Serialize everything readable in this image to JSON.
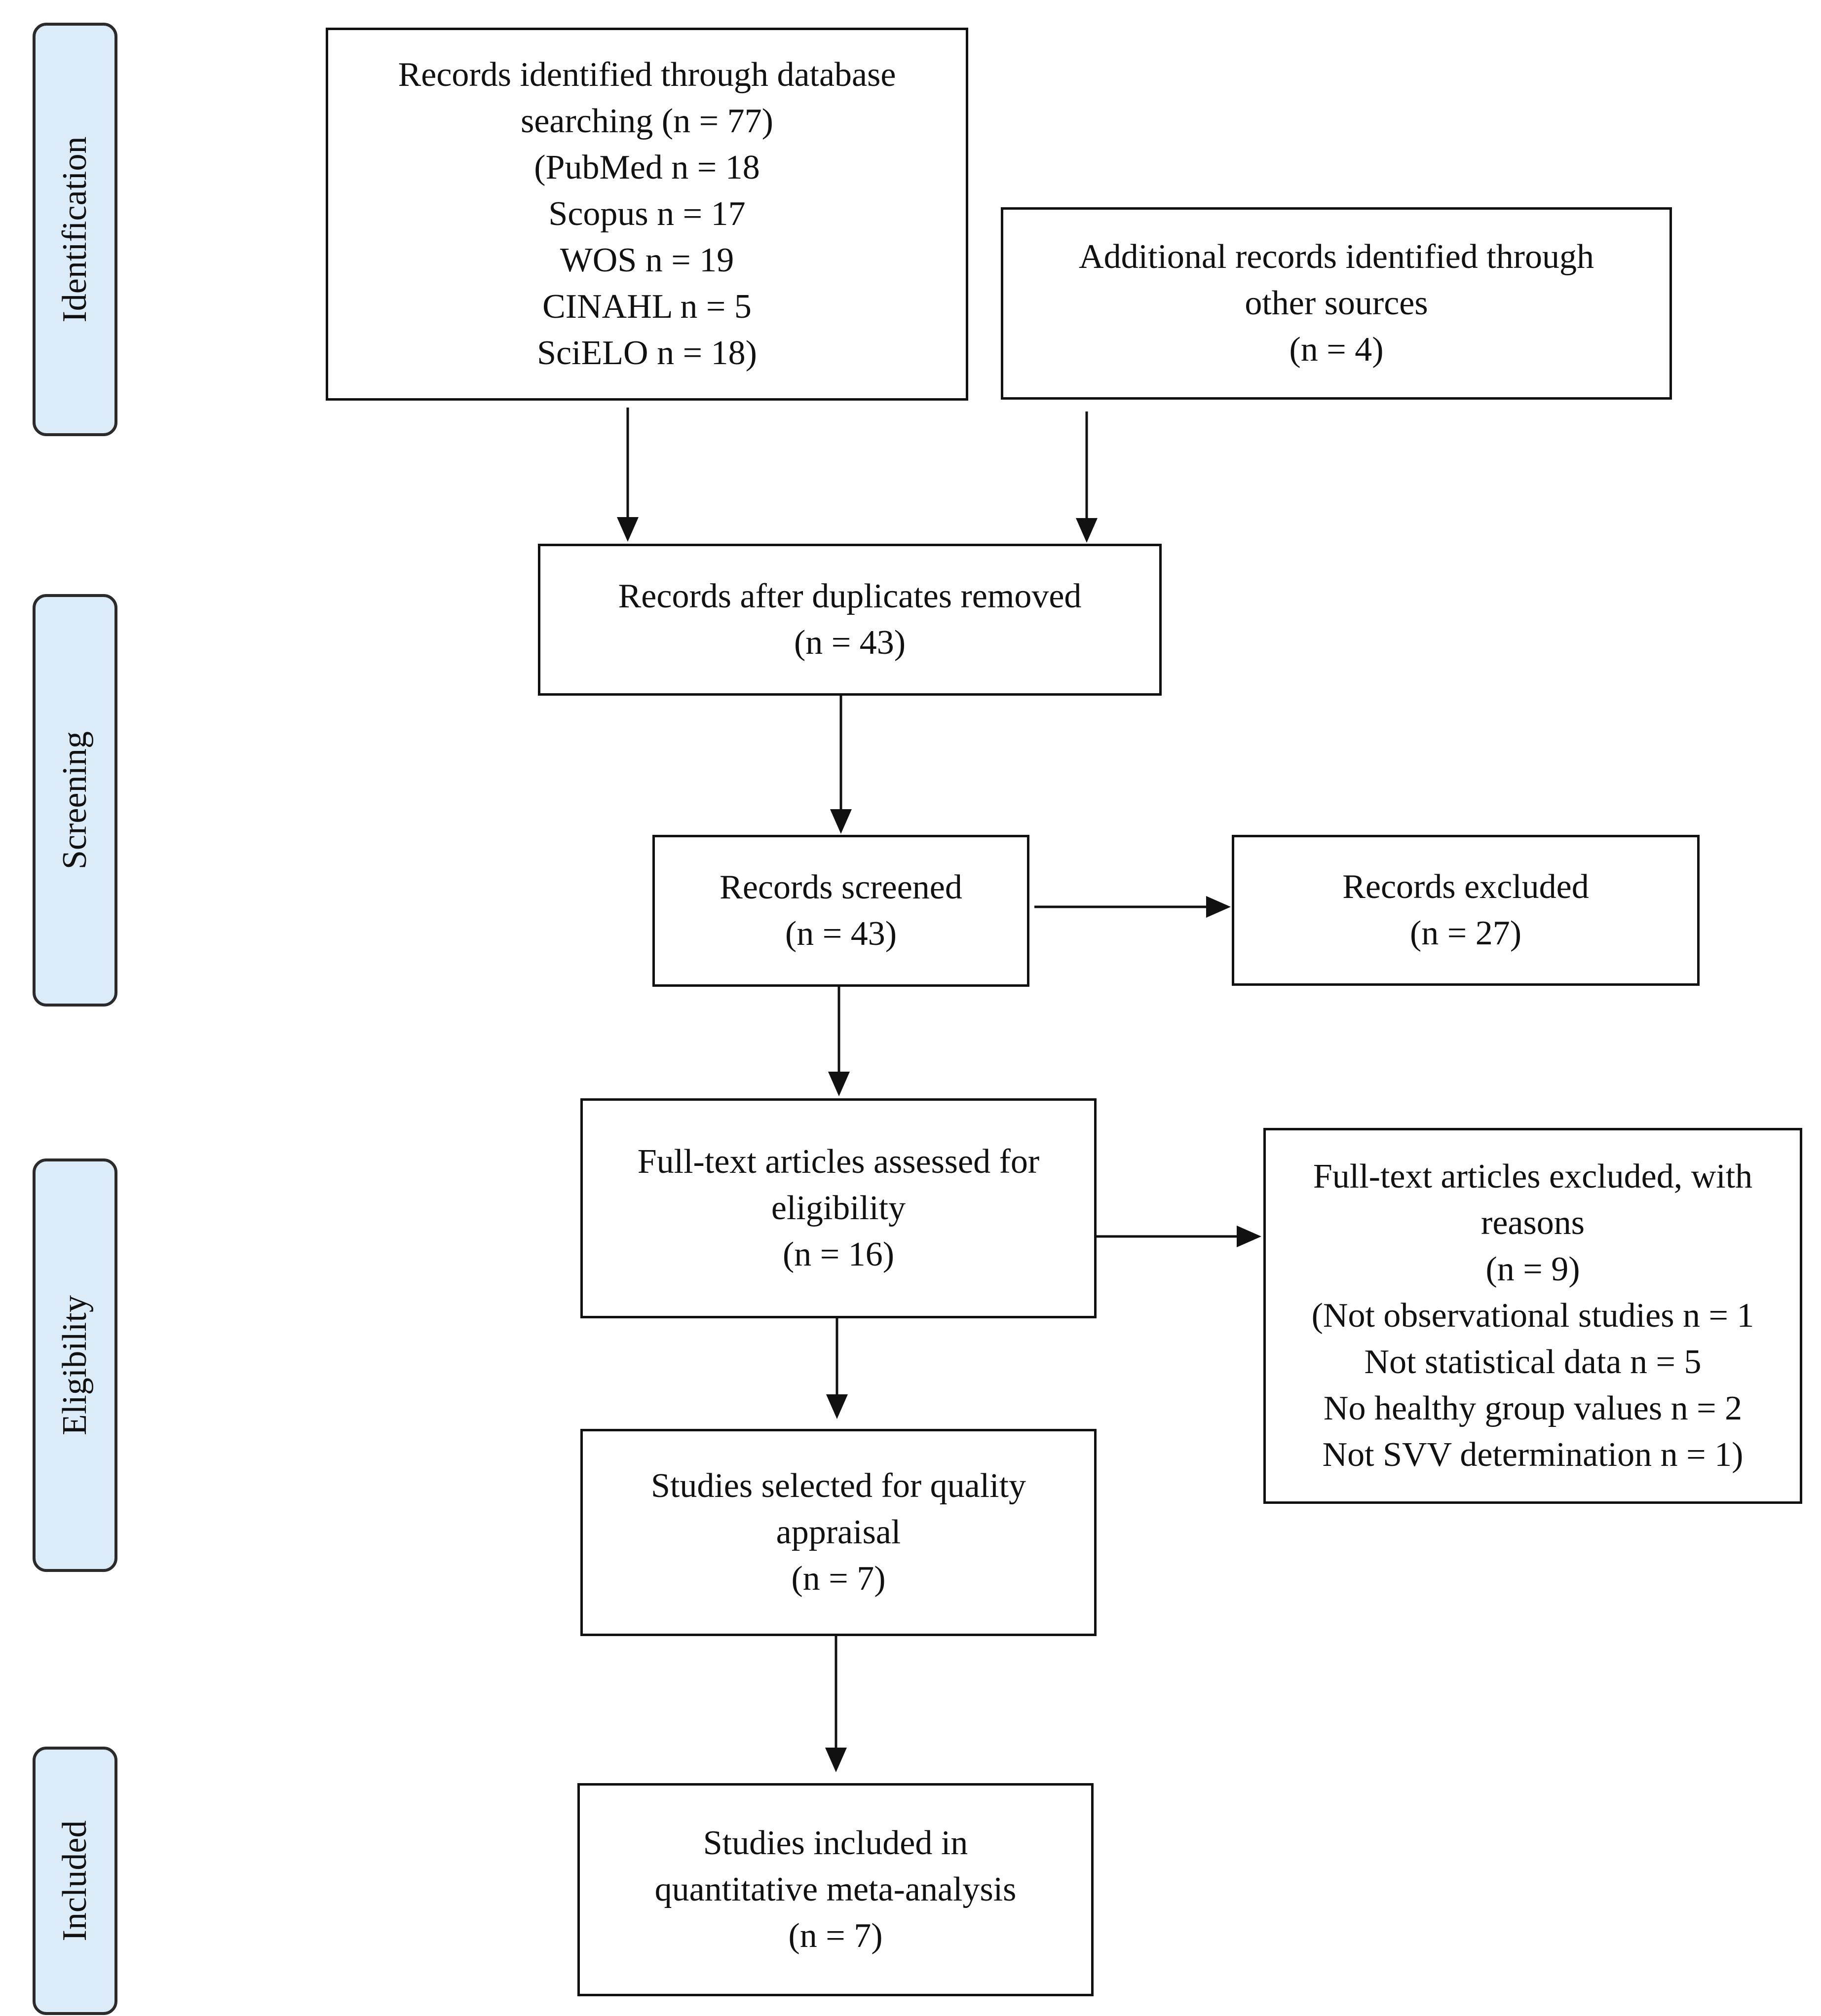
{
  "stages": {
    "identification": "Identification",
    "screening": "Screening",
    "eligibility": "Eligibility",
    "included": "Included"
  },
  "boxes": {
    "database_records": {
      "lines": [
        "Records identified through database",
        "searching (n = 77)",
        "(PubMed n = 18",
        "Scopus n = 17",
        "WOS n = 19",
        "CINAHL n = 5",
        "SciELO n = 18)"
      ]
    },
    "additional_records": {
      "lines": [
        "Additional records identified through",
        "other sources",
        "(n = 4)"
      ]
    },
    "duplicates_removed": {
      "lines": [
        "Records after duplicates removed",
        "(n =  43)"
      ]
    },
    "records_screened": {
      "lines": [
        "Records screened",
        "(n = 43)"
      ]
    },
    "records_excluded": {
      "lines": [
        "Records excluded",
        "(n = 27)"
      ]
    },
    "fulltext_assessed": {
      "lines": [
        "Full-text articles assessed for",
        "eligibility",
        "(n = 16)"
      ]
    },
    "fulltext_excluded": {
      "lines": [
        "Full-text articles excluded, with",
        "reasons",
        "(n = 9)",
        "(Not observational studies n = 1",
        "Not statistical data n = 5",
        "No healthy group values n = 2",
        "Not SVV determination n = 1)"
      ]
    },
    "quality_appraisal": {
      "lines": [
        "Studies selected for quality",
        "appraisal",
        "(n = 7)"
      ]
    },
    "meta_analysis": {
      "lines": [
        "Studies included in",
        "quantitative meta-analysis",
        "(n = 7)"
      ]
    }
  }
}
